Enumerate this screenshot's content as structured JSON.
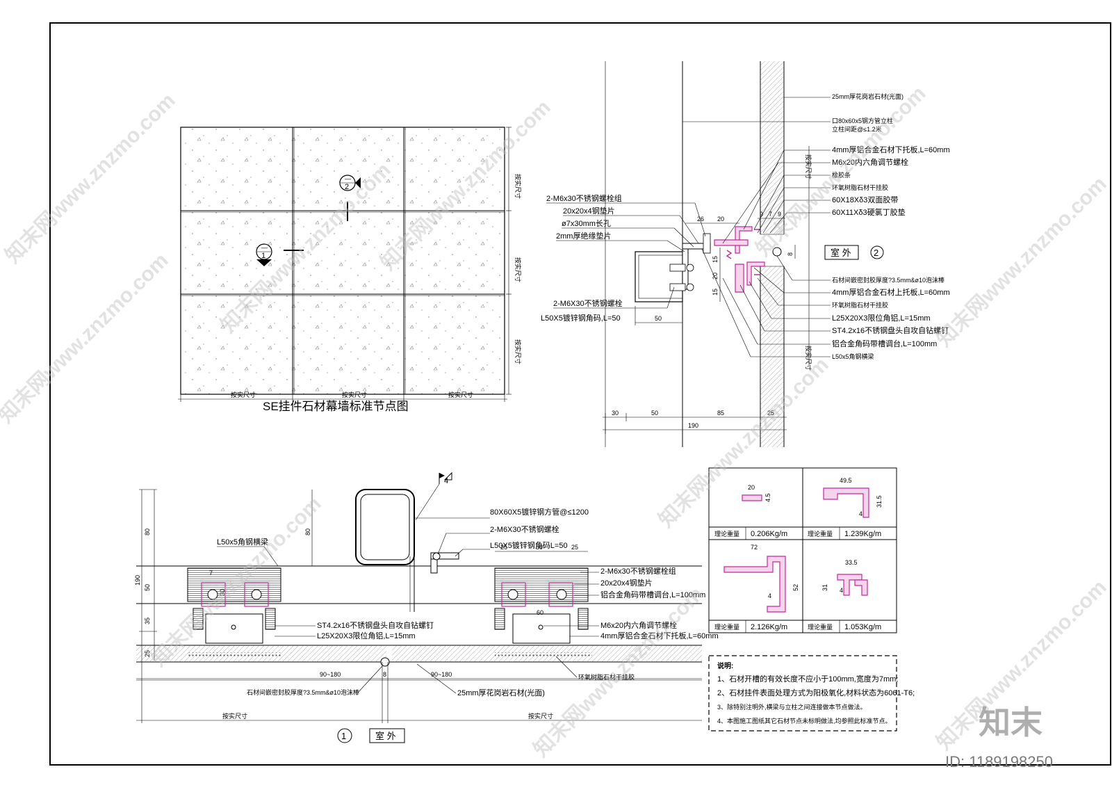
{
  "elevation": {
    "title": "SE挂件石材幕墙标准节点图",
    "dim_label": "按实尺寸",
    "marker1": {
      "top": "—",
      "bottom": "1"
    },
    "marker2": {
      "top": "—",
      "bottom": "2"
    }
  },
  "section2": {
    "left_labels": [
      "2-M6x30不锈钢螺栓组",
      "20x20x4钢垫片",
      "ø7x30mm长孔",
      "2mm厚绝缘垫片",
      "2-M6X30不锈钢螺栓",
      "L50X5镀锌钢角码,L=50"
    ],
    "right_labels": [
      "25mm厚花岗岩石材(光面)",
      "口80x60x5钢方管立柱",
      "立柱间距@≤1.2米",
      "4mm厚铝合金石材下托板,L=60mm",
      "M6x20内六角调节螺栓",
      "橡胶条",
      "环氧树脂石材干挂胶",
      "60X18Xδ3双面胶带",
      "60X11Xδ3硬氯丁胶垫",
      "石材间嵌密封胶厚度?3.5mm&ø10泡沫棒",
      "4mm厚铝合金石材上托板,L=60mm",
      "环氧树脂石材干挂胶",
      "L25X20X3限位角铝,L=15mm",
      "ST4.2x16不锈钢盘头自攻自钻螺钉",
      "铝合金角码带槽调台,L=100mm",
      "L50x5角钢横梁"
    ],
    "outdoor_label": "室 外",
    "num": "2",
    "dims_top": [
      "26",
      "20",
      "9",
      "7",
      "9"
    ],
    "dims_side": [
      "15",
      "20",
      "15",
      "8"
    ],
    "dim_50": "50",
    "dims_bottom": [
      "30",
      "50",
      "85",
      "25"
    ],
    "dim_total": "190",
    "dim_side_label": "按实尺寸"
  },
  "section1": {
    "labels": [
      "80X60X5镀锌钢方管@≤1200",
      "2-M6X30不锈钢螺栓",
      "L50X5镀锌钢角码L=50",
      "L50x5角钢横梁",
      "2-M6x30不锈钢螺栓组",
      "20x20x4钢垫片",
      "铝合金角码带槽调台,L=100mm",
      "ST4.2x16不锈钢盘头自攻自钻螺钉",
      "L25X20X3限位角铝,L=15mm",
      "M6x20内六角调节螺栓",
      "4mm厚铝合金石材下托板,L=60mm",
      "环氧树脂石材干挂胶",
      "石材间嵌密封胶厚度?3.5mm&ø10泡沫棒",
      "25mm厚花岗岩石材(光面)"
    ],
    "weld": "4",
    "dims_left": [
      "80",
      "190",
      "50",
      "35",
      "25"
    ],
    "dim_tube": "80",
    "dims_top": [
      "25",
      "50",
      "25"
    ],
    "dim_7": "7",
    "dim_30": "30",
    "dim_60": "60",
    "dims_bottom": [
      "90~180",
      "8",
      "90~180"
    ],
    "dim_label": "按实尺寸",
    "num": "1",
    "outdoor_label": "室 外"
  },
  "profiles": {
    "cells": [
      {
        "dims": [
          "20",
          "4.5"
        ],
        "label": "理论重量",
        "weight": "0.206Kg/m"
      },
      {
        "dims": [
          "49.5",
          "31.5",
          "4"
        ],
        "label": "理论重量",
        "weight": "1.239Kg/m"
      },
      {
        "dims": [
          "72",
          "52",
          "4"
        ],
        "label": "理论重量",
        "weight": "2.126Kg/m"
      },
      {
        "dims": [
          "33.5",
          "31",
          "4"
        ],
        "label": "理论重量",
        "weight": "1.053Kg/m"
      }
    ]
  },
  "notes": {
    "title": "说明:",
    "items": [
      "1、石材开槽的有效长度不应小于100mm,宽度为7mm;",
      "2、石材挂件表面处理方式为阳极氧化,材料状态为6061-T6;",
      "3、除特别注明外,横梁与立柱之间连接做本节点做法。",
      "4、本图施工图纸其它石材节点未标明做法,均参照此标准节点。"
    ]
  },
  "watermark": {
    "site": "知末网www.znzmo.com",
    "brand": "知末",
    "id": "ID: 1189198250"
  }
}
